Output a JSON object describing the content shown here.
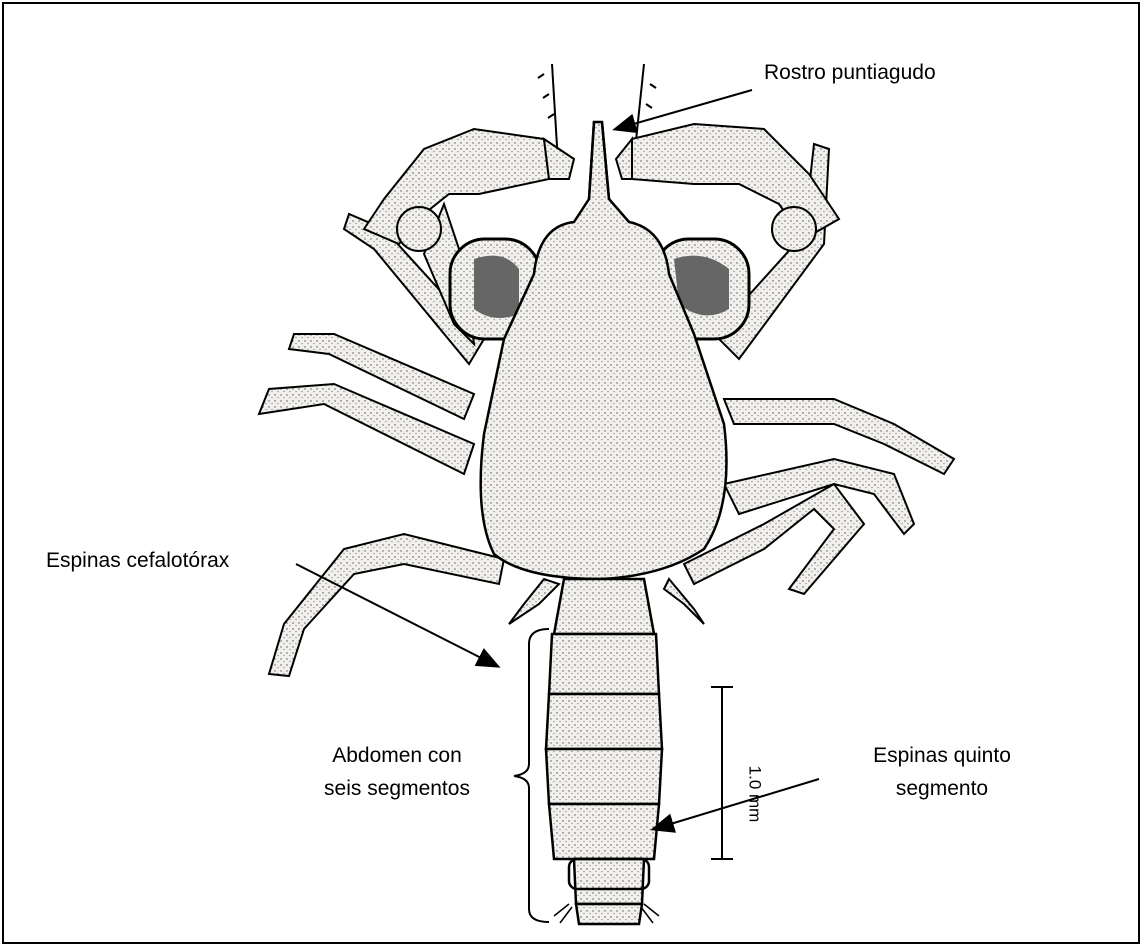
{
  "labels": {
    "rostro": "Rostro puntiagudo",
    "cefalotorax": "Espinas cefalotórax",
    "abdomen_line1": "Abdomen con",
    "abdomen_line2": "seis segmentos",
    "quinto_line1": "Espinas quinto",
    "quinto_line2": "segmento"
  },
  "scale_bar": {
    "label": "1.0 mm"
  },
  "colors": {
    "ink": "#000000",
    "fill": "#ecebe6",
    "background": "#ffffff"
  }
}
